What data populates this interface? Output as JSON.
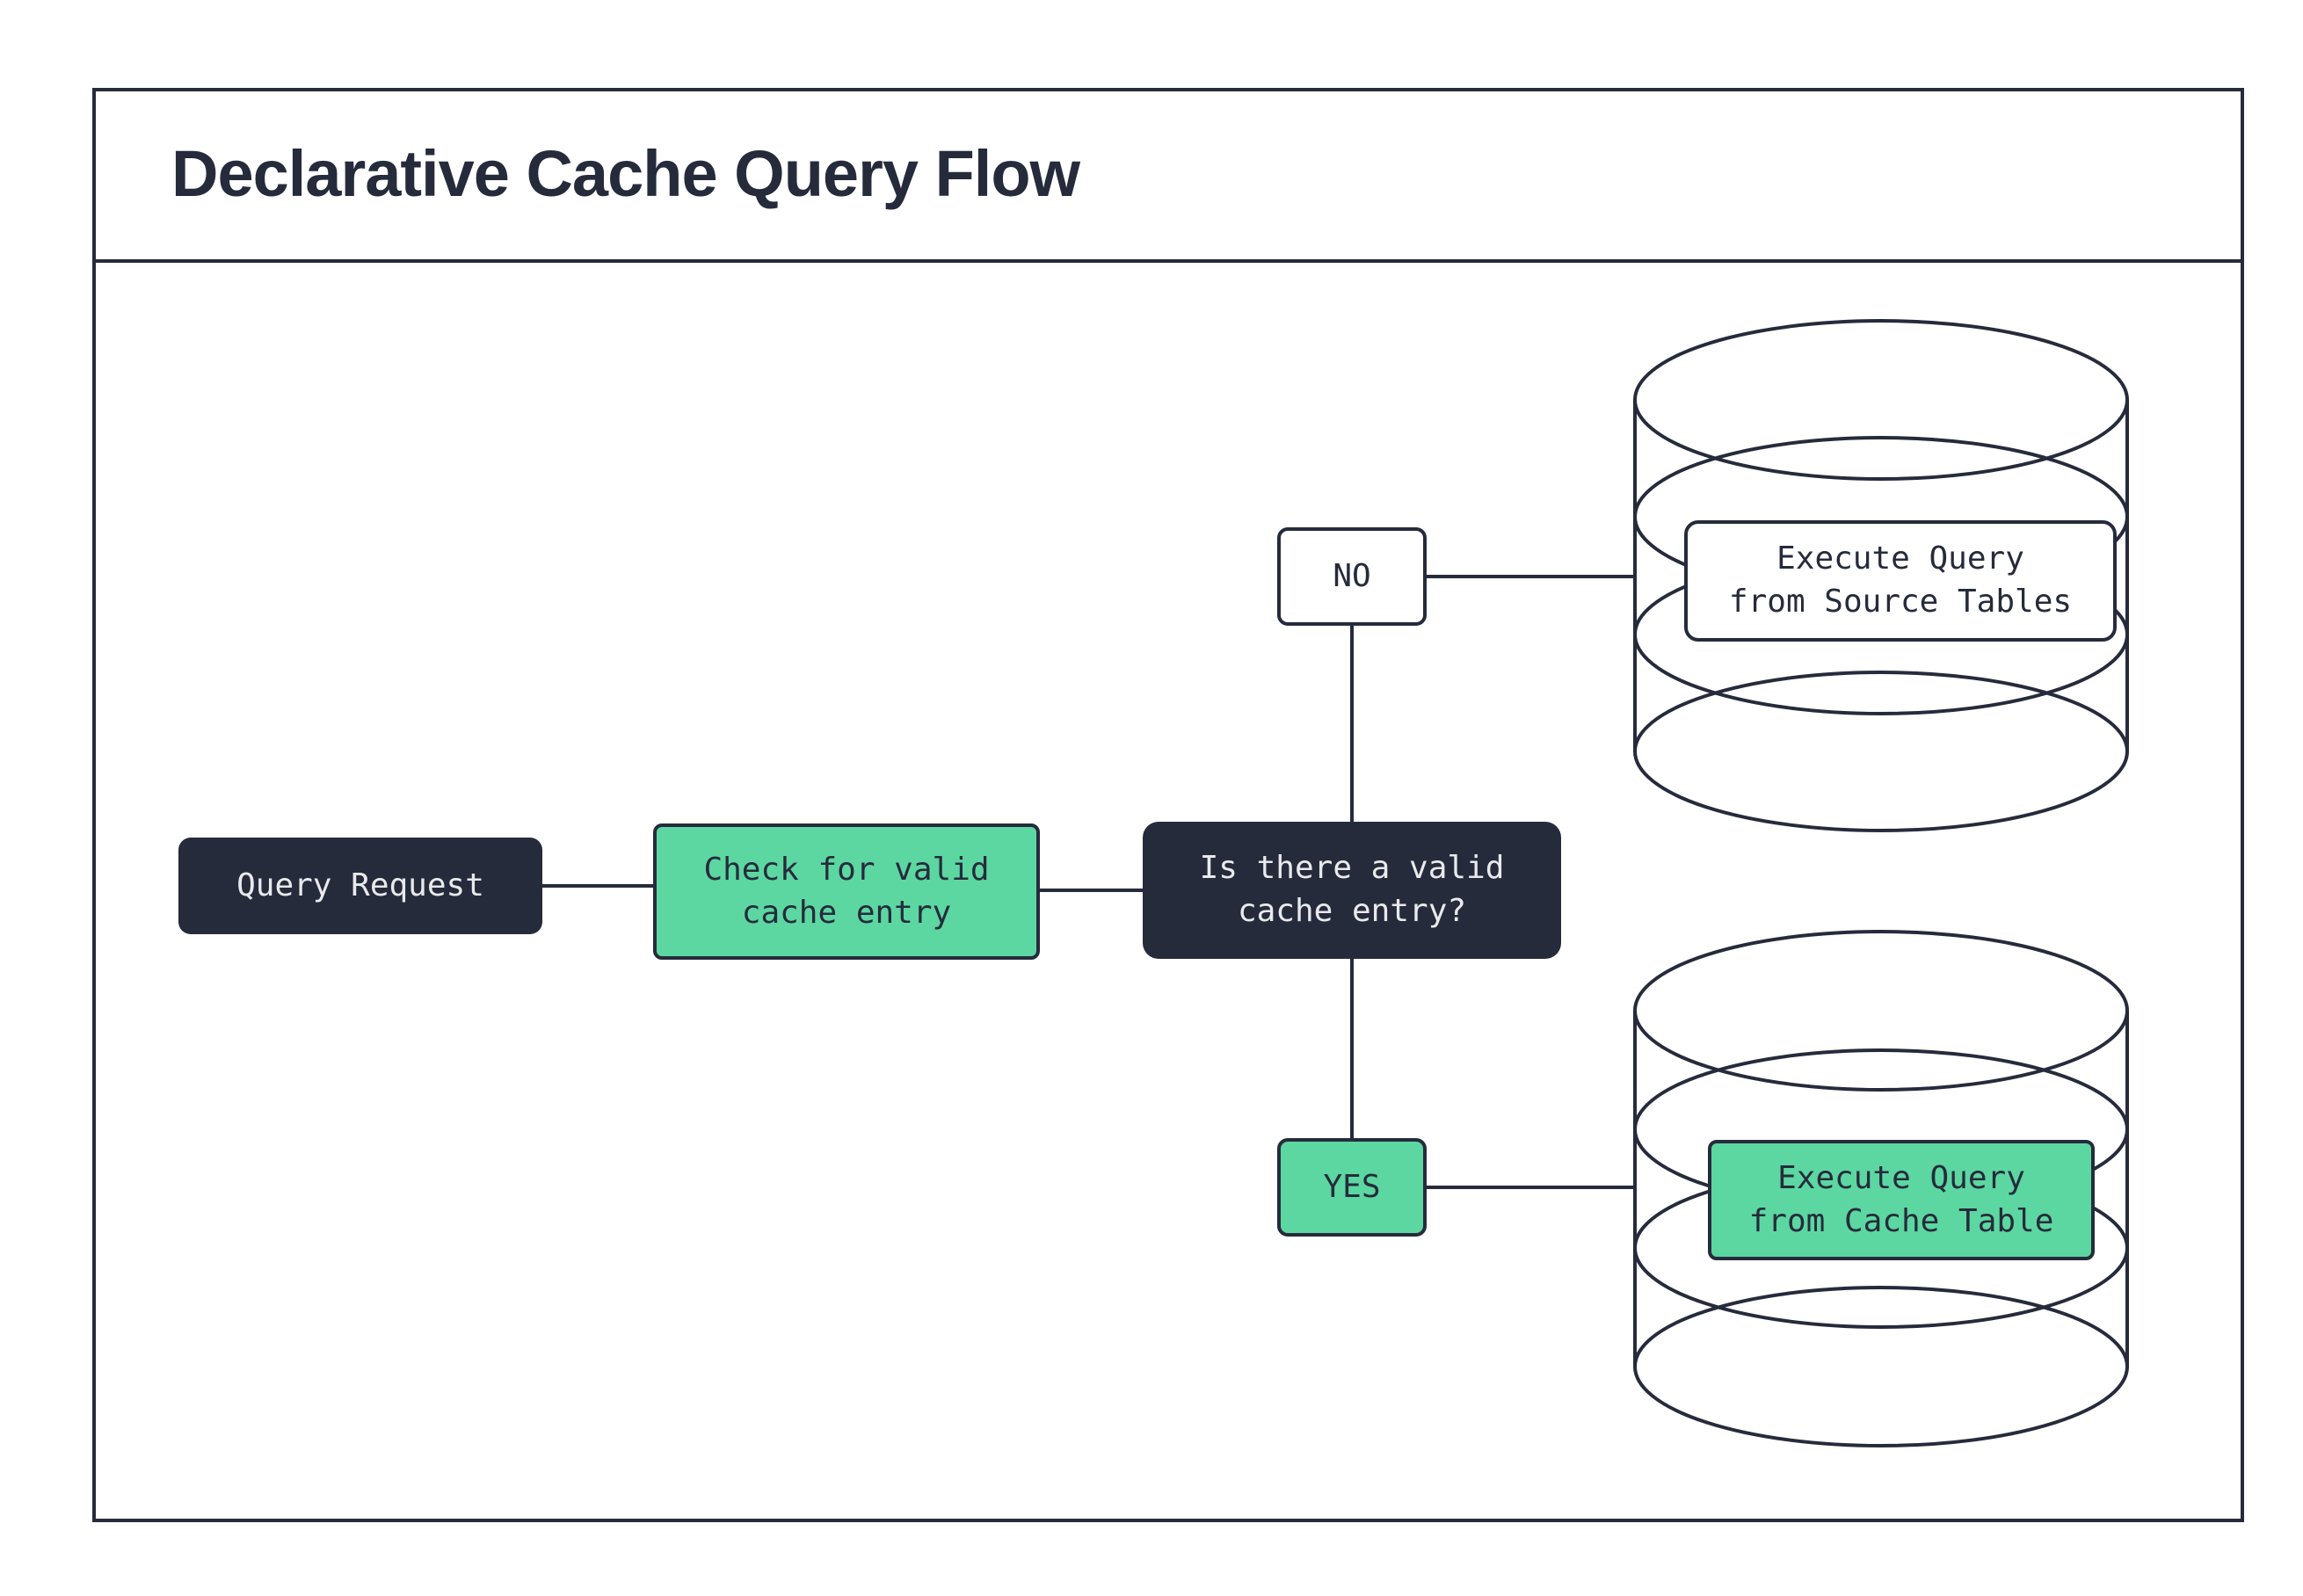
{
  "header": {
    "title": "Declarative Cache Query Flow"
  },
  "colors": {
    "ink": "#262B3C",
    "green": "#5CD7A1",
    "light_text": "#E9EAEC",
    "bg": "#FFFFFF"
  },
  "nodes": {
    "query_request": {
      "label": "Query Request"
    },
    "check_cache": {
      "label": "Check for valid\ncache entry"
    },
    "decision": {
      "label": "Is there a valid\ncache entry?"
    },
    "no_branch": {
      "label": "NO"
    },
    "yes_branch": {
      "label": "YES"
    },
    "source_db": {
      "label": "Execute Query\nfrom Source Tables"
    },
    "cache_db": {
      "label": "Execute Query\nfrom Cache Table"
    }
  }
}
